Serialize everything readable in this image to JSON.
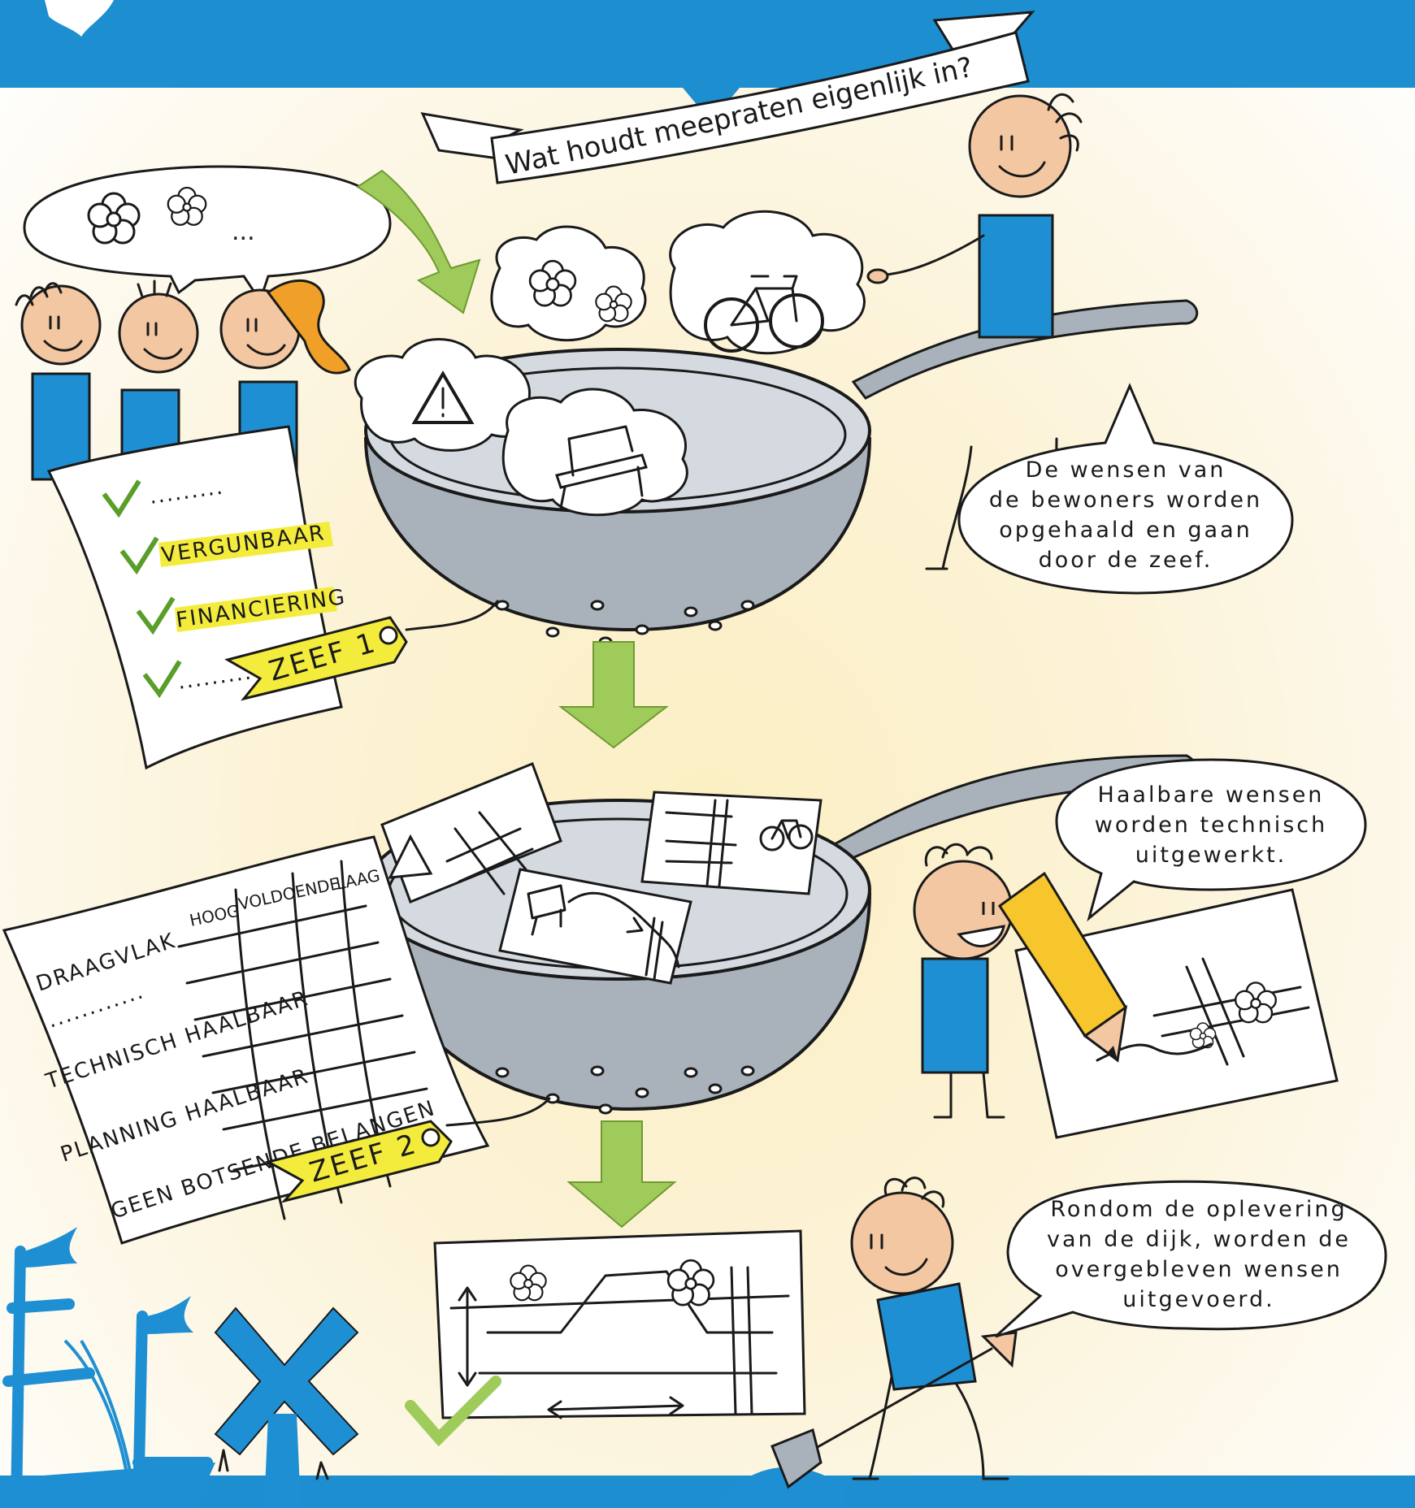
{
  "banner": {
    "text": "Wat houdt meepraten eigenlijk in?"
  },
  "bubbles": {
    "step1": "De wensen van de bewoners worden opgehaald en gaan door de zeef.",
    "step2": "Haalbare wensen worden technisch uitgewerkt.",
    "step3": "Rondom de oplevering van de dijk, worden de overgebleven wensen uitgevoerd."
  },
  "bubble_lines": {
    "step1": [
      "De wensen van",
      "de bewoners worden",
      "opgehaald en gaan",
      "door de zeef."
    ],
    "step2": [
      "Haalbare wensen",
      "worden technisch",
      "uitgewerkt."
    ],
    "step3": [
      "Rondom de oplevering",
      "van de dijk, worden de",
      "overgebleven wensen",
      "uitgevoerd."
    ]
  },
  "residents_bubble": {
    "text": "..."
  },
  "checklist": {
    "items": [
      {
        "text": "........."
      },
      {
        "text": "VERGUNBAAR"
      },
      {
        "text": "FINANCIERING"
      },
      {
        "text": "........."
      }
    ]
  },
  "tags": {
    "sieve1": "ZEEF 1",
    "sieve2": "ZEEF 2"
  },
  "matrix": {
    "columns": [
      "HOOG",
      "VOLDOENDE",
      "LAAG"
    ],
    "rows": [
      "DRAAGVLAK",
      "............",
      "TECHNISCH HAALBAAR",
      "PLANNING HAALBAAR",
      "GEEN BOTSENDE BELANGEN"
    ]
  },
  "colors": {
    "header_blue": "#1d8ed0",
    "figure_blue": "#1f8fd3",
    "sieve_grey": "#a9b2ba",
    "arrow_green": "#9ecb5a",
    "highlight_yellow": "#f3ec3c",
    "skin": "#f2c7a1",
    "hair_orange": "#f0a028",
    "pencil_yellow": "#f7c52c",
    "background_cream": "#fcf1cf"
  }
}
